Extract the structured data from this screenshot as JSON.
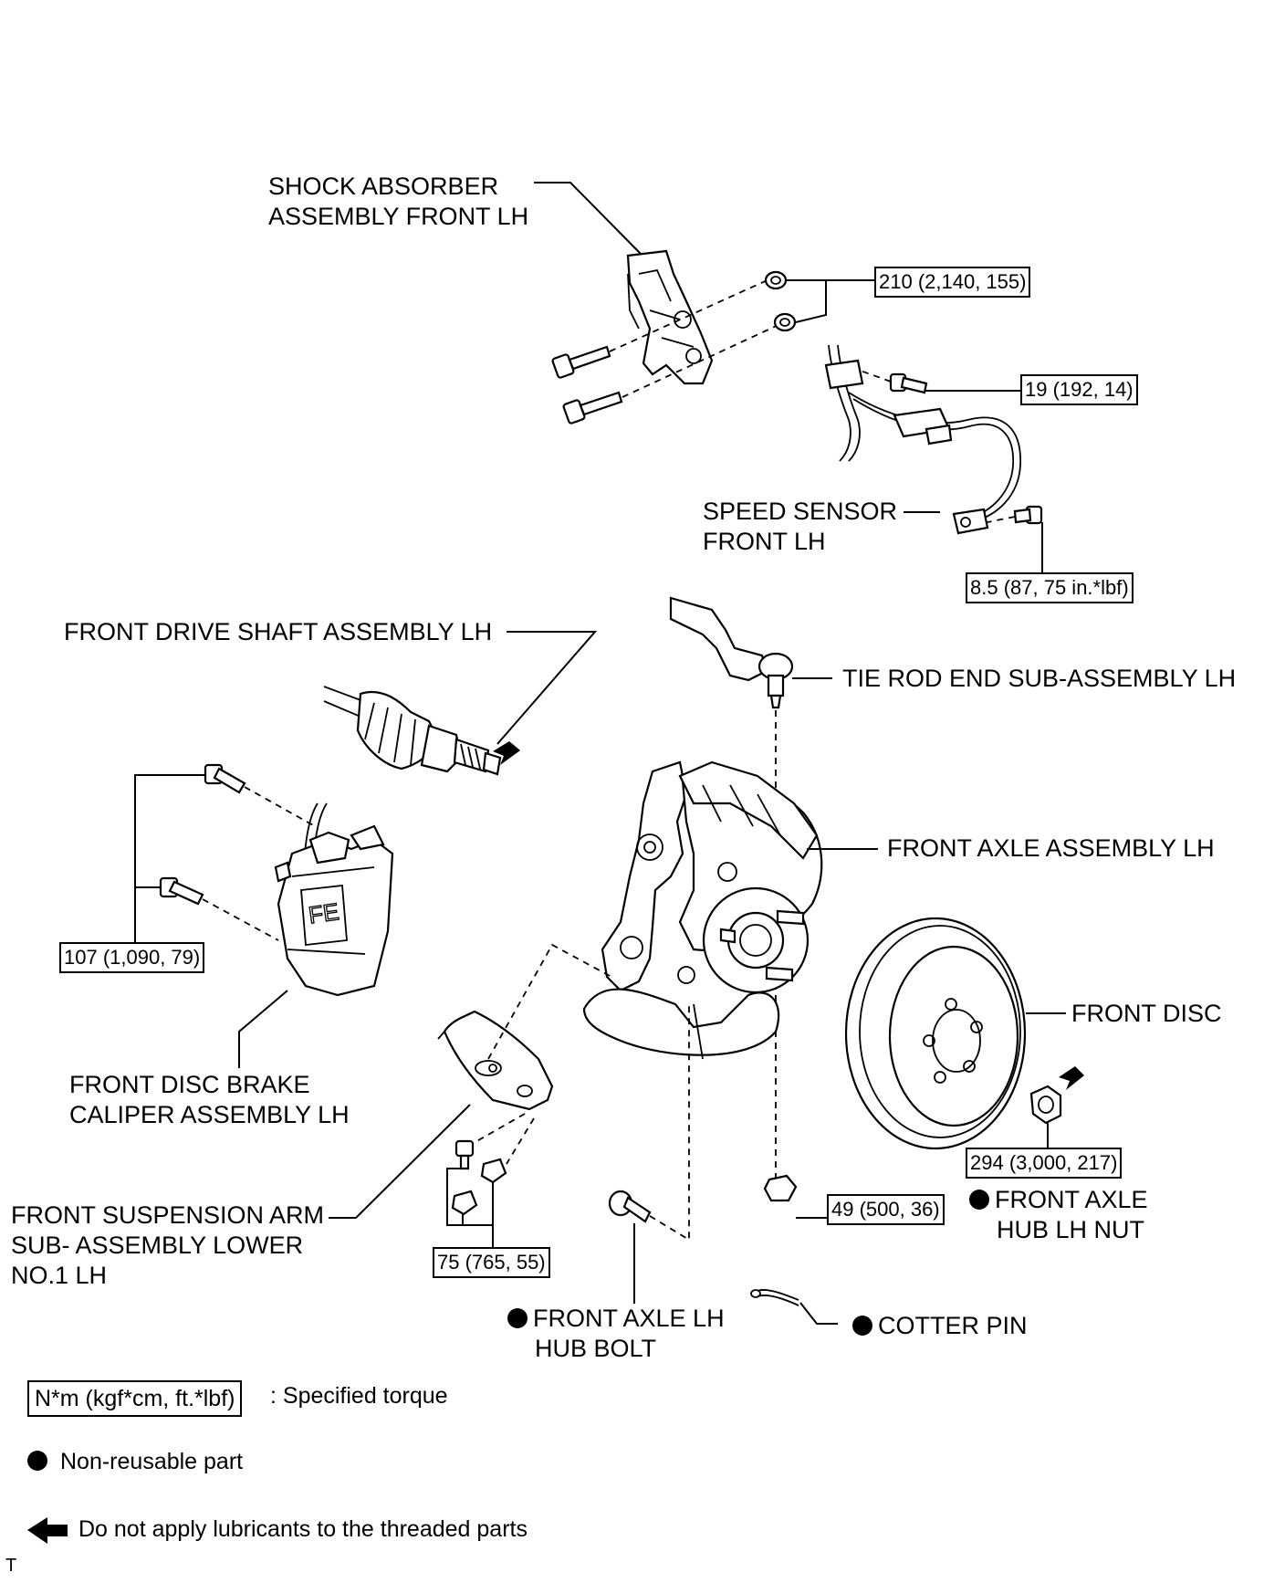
{
  "labels": {
    "shock_absorber": [
      "SHOCK ABSORBER",
      "ASSEMBLY FRONT LH"
    ],
    "speed_sensor": [
      "SPEED SENSOR",
      "FRONT LH"
    ],
    "drive_shaft": [
      "FRONT DRIVE SHAFT ASSEMBLY LH"
    ],
    "tie_rod": [
      "TIE ROD END SUB-ASSEMBLY LH"
    ],
    "front_axle": [
      "FRONT AXLE ASSEMBLY LH"
    ],
    "front_disc": [
      "FRONT DISC"
    ],
    "caliper": [
      "FRONT DISC BRAKE",
      "CALIPER ASSEMBLY LH"
    ],
    "hub_nut": [
      "FRONT AXLE",
      "HUB LH NUT"
    ],
    "susp_arm": [
      "FRONT SUSPENSION ARM",
      "SUB- ASSEMBLY LOWER",
      "NO.1 LH"
    ],
    "hub_bolt": [
      "FRONT AXLE LH",
      "HUB BOLT"
    ],
    "cotter_pin": [
      "COTTER PIN"
    ]
  },
  "torques": {
    "shock": "210 (2,140, 155)",
    "sensor_bracket": "19 (192, 14)",
    "sensor_bolt": "8.5 (87, 75 in.*lbf)",
    "caliper": "107 (1,090, 79)",
    "hub_nut": "294 (3,000, 217)",
    "tie_rod_nut": "49 (500, 36)",
    "lower_arm": "75 (765, 55)"
  },
  "legend": {
    "torque_unit": "N*m (kgf*cm, ft.*lbf)",
    "torque_desc": ": Specified torque",
    "nonreusable": "Non-reusable part",
    "no_lube": "Do not apply lubricants to the threaded parts"
  },
  "corner_mark": "T"
}
